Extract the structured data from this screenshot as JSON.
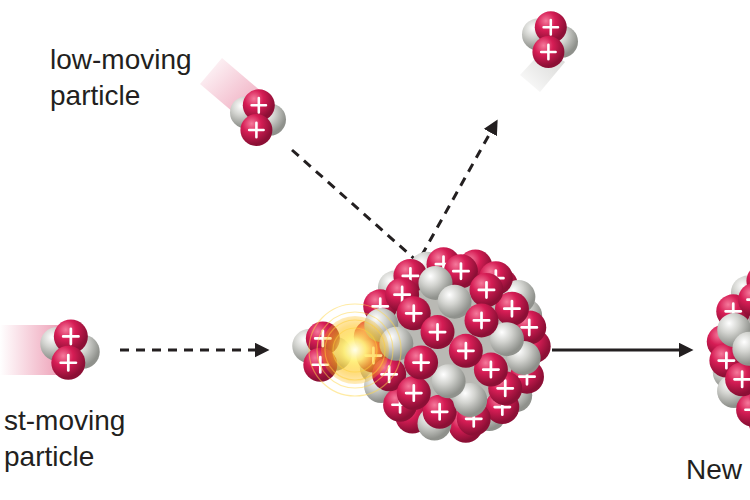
{
  "diagram": {
    "labels": [
      "low-moving particle",
      "st-moving particle",
      "New"
    ]
  }
}
